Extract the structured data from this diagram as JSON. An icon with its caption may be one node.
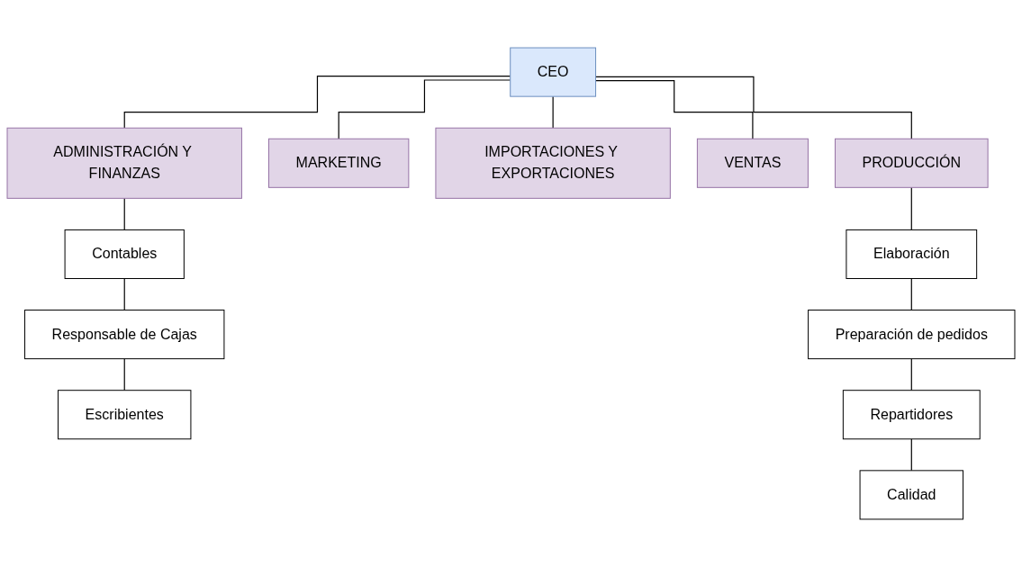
{
  "diagram": {
    "nodes": [
      {
        "text": [
          "CEO"
        ]
      },
      {
        "text": [
          "ADMINISTRACIÓN Y FINANZAS"
        ]
      },
      {
        "text": [
          "MARKETING"
        ]
      },
      {
        "text": [
          "IMPORTACIONES Y EXPORTACIONES"
        ]
      },
      {
        "text": [
          "VENTAS"
        ]
      },
      {
        "text": [
          "PRODUCCIÓN"
        ]
      },
      {
        "text": [
          "Contables"
        ]
      },
      {
        "text": [
          "Responsable de Cajas"
        ]
      },
      {
        "text": [
          "Escribientes"
        ]
      },
      {
        "text": [
          "Elaboración"
        ]
      },
      {
        "text": [
          "Preparación de pedidos"
        ]
      },
      {
        "text": [
          "Repartidores"
        ]
      },
      {
        "text": [
          "Calidad"
        ]
      }
    ],
    "edges": [
      {
        "from": 0,
        "to": 1,
        "arrow": "none"
      },
      {
        "from": 0,
        "to": 2,
        "arrow": "none"
      },
      {
        "from": 0,
        "to": 3,
        "arrow": "none"
      },
      {
        "from": 0,
        "to": 4,
        "arrow": "none"
      },
      {
        "from": 0,
        "to": 5,
        "arrow": "none"
      },
      {
        "from": 1,
        "to": 6,
        "arrow": "none"
      },
      {
        "from": 6,
        "to": 7,
        "arrow": "none"
      },
      {
        "from": 7,
        "to": 8,
        "arrow": "none"
      },
      {
        "from": 5,
        "to": 9,
        "arrow": "none"
      },
      {
        "from": 9,
        "to": 10,
        "arrow": "none"
      },
      {
        "from": 10,
        "to": 11,
        "arrow": "none"
      },
      {
        "from": 11,
        "to": 12,
        "arrow": "none"
      }
    ]
  }
}
